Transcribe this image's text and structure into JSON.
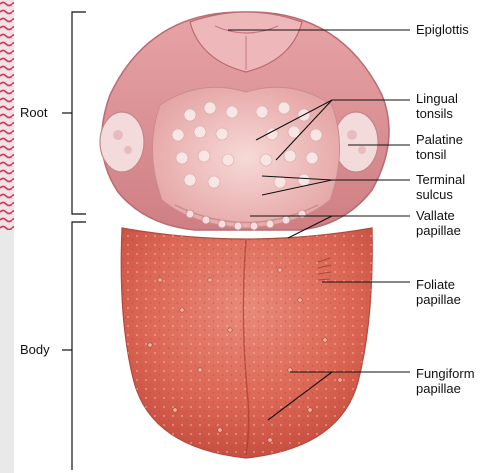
{
  "regions": {
    "root": "Root",
    "body": "Body"
  },
  "labels": {
    "epiglottis": "Epiglottis",
    "lingual_tonsils": [
      "Lingual",
      "tonsils"
    ],
    "palatine_tonsil": [
      "Palatine",
      "tonsil"
    ],
    "terminal_sulcus": [
      "Terminal",
      "sulcus"
    ],
    "vallate_papillae": [
      "Vallate",
      "papillae"
    ],
    "foliate_papillae": [
      "Foliate",
      "papillae"
    ],
    "fungiform_papillae": [
      "Fungiform",
      "papillae"
    ]
  },
  "colors": {
    "tongue_body": "#d9604f",
    "tongue_root": "#e8a9a6",
    "pharynx": "#d98b8d",
    "tonsil": "#f1d6d6",
    "label_line": "#111111",
    "tissue_strip": "#c83a5a"
  }
}
